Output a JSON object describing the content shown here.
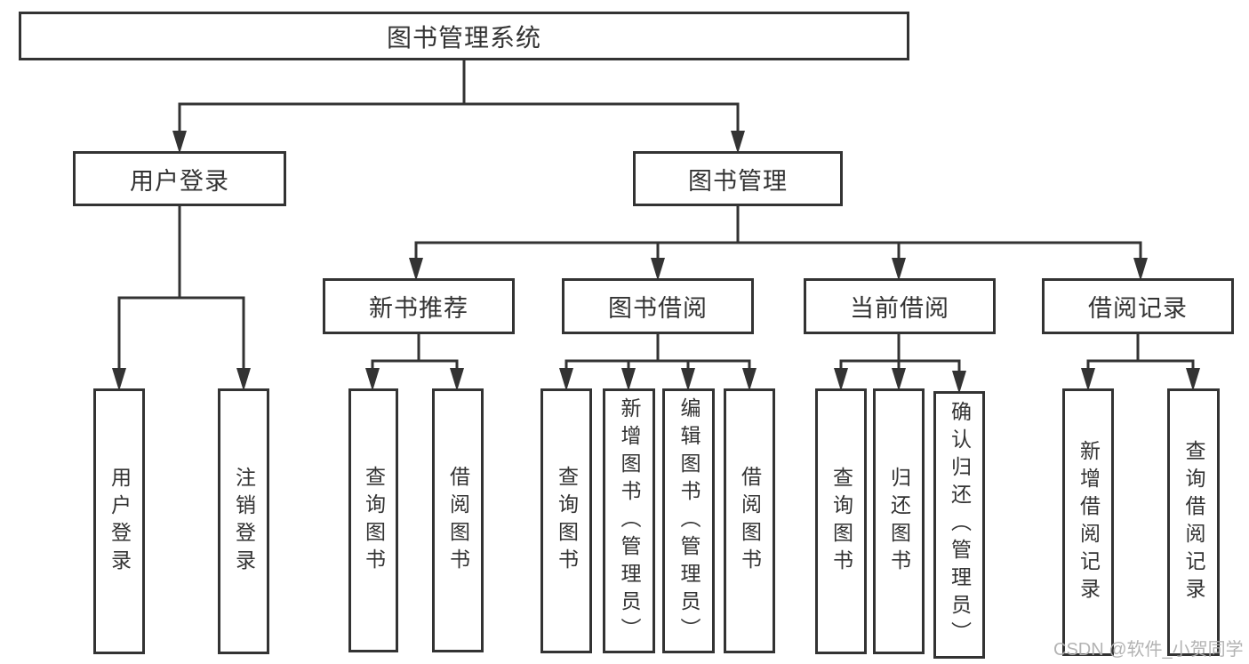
{
  "tree": {
    "root": "图书管理系统",
    "children": [
      {
        "label": "用户登录",
        "leaves": [
          "用户登录",
          "注销登录"
        ]
      },
      {
        "label": "图书管理",
        "children": [
          {
            "label": "新书推荐",
            "leaves": [
              "查询图书",
              "借阅图书"
            ]
          },
          {
            "label": "图书借阅",
            "leaves": [
              "查询图书",
              "新增图书（管理员）",
              "编辑图书（管理员）",
              "借阅图书"
            ]
          },
          {
            "label": "当前借阅",
            "leaves": [
              "查询图书",
              "归还图书",
              "确认归还（管理员）"
            ]
          },
          {
            "label": "借阅记录",
            "leaves": [
              "新增借阅记录",
              "查询借阅记录"
            ]
          }
        ]
      }
    ]
  },
  "watermark": "CSDN @软件_小贺同学",
  "colors": {
    "line": "#333333",
    "text": "#333333",
    "box_background": "#ffffff",
    "watermark": "#afafaf"
  }
}
